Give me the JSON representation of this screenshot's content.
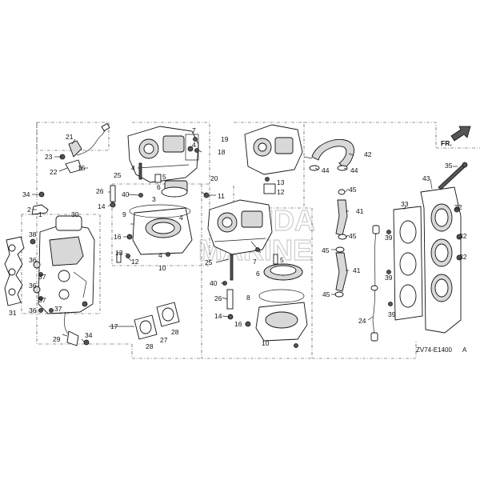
{
  "diagram": {
    "watermark_lines": [
      "HONDA",
      "MARINE"
    ],
    "direction_label": "FR.",
    "diagram_code": "ZV74-E1400",
    "diagram_code_suffix": "A",
    "callouts": [
      "1",
      "2",
      "3",
      "4",
      "5",
      "6",
      "7",
      "8",
      "9",
      "10",
      "11",
      "12",
      "13",
      "14",
      "15",
      "16",
      "17",
      "18",
      "19",
      "20",
      "21",
      "22",
      "23",
      "24",
      "25",
      "26",
      "27",
      "28",
      "29",
      "30",
      "31",
      "32",
      "33",
      "34",
      "35",
      "36",
      "37",
      "38",
      "39",
      "40",
      "41",
      "42",
      "43",
      "44",
      "45"
    ]
  }
}
